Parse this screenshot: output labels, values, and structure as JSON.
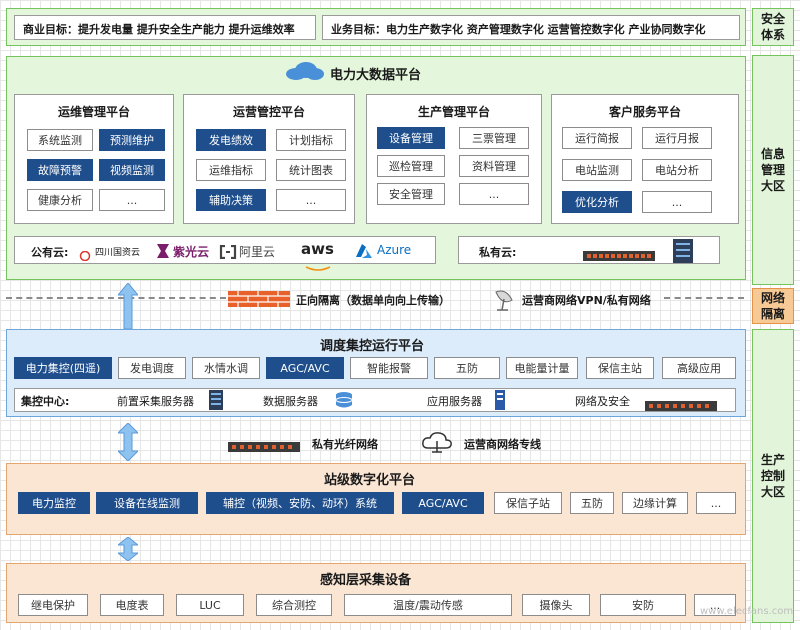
{
  "top": {
    "business_goal": "商业目标：提升发电量 提升安全生产能力 提升运维效率",
    "service_goal": "业务目标：电力生产数字化 资产管理数字化 运营管控数字化 产业协同数字化"
  },
  "side": {
    "safety": "安全体系",
    "info_zone": "信息管理大区",
    "net_isolation": "网络隔离",
    "prod_zone": "生产控制大区"
  },
  "bigdata": {
    "title": "电力大数据平台",
    "platforms": [
      {
        "title": "运维管理平台",
        "items": [
          "系统监测",
          "预测维护",
          "故障预警",
          "视频监测",
          "健康分析",
          "..."
        ]
      },
      {
        "title": "运营管控平台",
        "items": [
          "发电绩效",
          "计划指标",
          "运维指标",
          "统计图表",
          "辅助决策",
          "..."
        ]
      },
      {
        "title": "生产管理平台",
        "items": [
          "设备管理",
          "三票管理",
          "巡检管理",
          "资料管理",
          "安全管理",
          "..."
        ]
      },
      {
        "title": "客户服务平台",
        "items": [
          "运行简报",
          "运行月报",
          "电站监测",
          "电站分析",
          "优化分析",
          "..."
        ]
      }
    ],
    "public_cloud_label": "公有云:",
    "clouds": [
      "四川国资云",
      "紫光云",
      "阿里云",
      "aws",
      "Azure"
    ],
    "private_cloud_label": "私有云:"
  },
  "isolation": {
    "forward": "正向隔离（数据单向向上传输）",
    "vpn": "运营商网络VPN/私有网络"
  },
  "dispatch": {
    "title": "调度集控运行平台",
    "items": [
      "电力集控(四遥)",
      "发电调度",
      "水情水调",
      "AGC/AVC",
      "智能报警",
      "五防",
      "电能量计量",
      "保信主站",
      "高级应用"
    ],
    "center_label": "集控中心:",
    "servers": [
      "前置采集服务器",
      "数据服务器",
      "应用服务器",
      "网络及安全"
    ]
  },
  "network": {
    "fiber": "私有光纤网络",
    "carrier": "运营商网络专线"
  },
  "station": {
    "title": "站级数字化平台",
    "items": [
      "电力监控",
      "设备在线监测",
      "辅控（视频、安防、动环）系统",
      "AGC/AVC",
      "保信子站",
      "五防",
      "边缘计算",
      "..."
    ]
  },
  "sensing": {
    "title": "感知层采集设备",
    "items": [
      "继电保护",
      "电度表",
      "LUC",
      "综合测控",
      "温度/震动传感",
      "摄像头",
      "安防",
      "..."
    ]
  },
  "watermark": "www.elecfans.com",
  "colors": {
    "dark_item": "#1f4e8c",
    "green_zone": "#e4f7dc",
    "blue_zone": "#dcecfb",
    "peach_zone": "#fbe6d4",
    "isolation_side": "#f7c995"
  }
}
